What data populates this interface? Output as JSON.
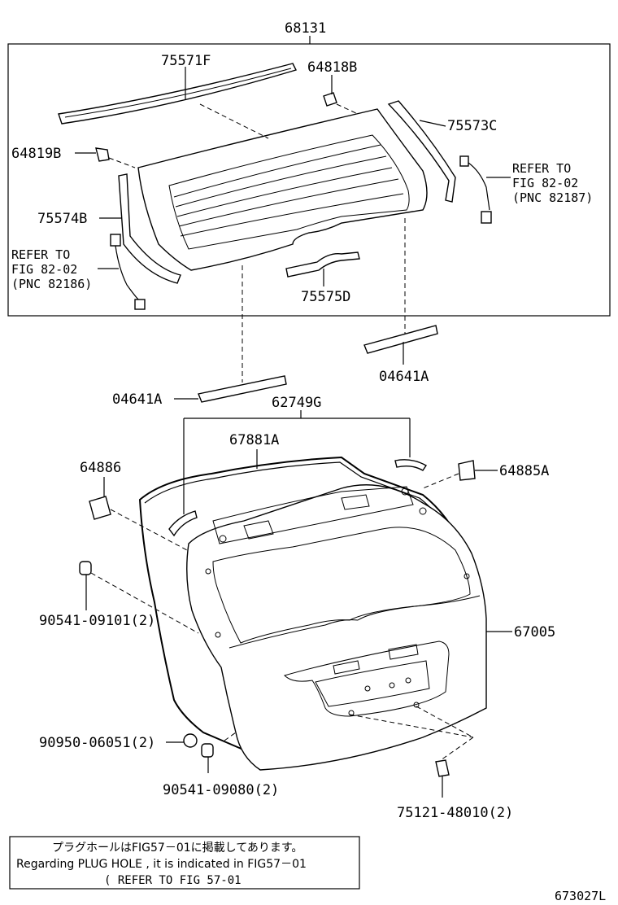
{
  "labels": {
    "group": "68131",
    "p75571F": "75571F",
    "p64818B": "64818B",
    "p75573C": "75573C",
    "p64819B": "64819B",
    "p75574B": "75574B",
    "p75575D": "75575D",
    "p04641A_right": "04641A",
    "p04641A_left": "04641A",
    "p62749G": "62749G",
    "p67881A": "67881A",
    "p64886": "64886",
    "p64885A": "64885A",
    "p90541_09101": "90541-09101(2)",
    "p67005": "67005",
    "p90950_06051": "90950-06051(2)",
    "p90541_09080": "90541-09080(2)",
    "p75121_48010": "75121-48010(2)"
  },
  "refer_right": [
    "REFER TO",
    "FIG 82-02",
    "(PNC 82187)"
  ],
  "refer_left": [
    "REFER TO",
    "FIG 82-02",
    "(PNC 82186)"
  ],
  "note": {
    "line1": "プラグホールはFIG57－01に掲載してあります。",
    "line2": "Regarding PLUG HOLE , it is indicated in FIG57－01",
    "line3": "( REFER TO FIG 57-01"
  },
  "diagram_code": "673027L"
}
